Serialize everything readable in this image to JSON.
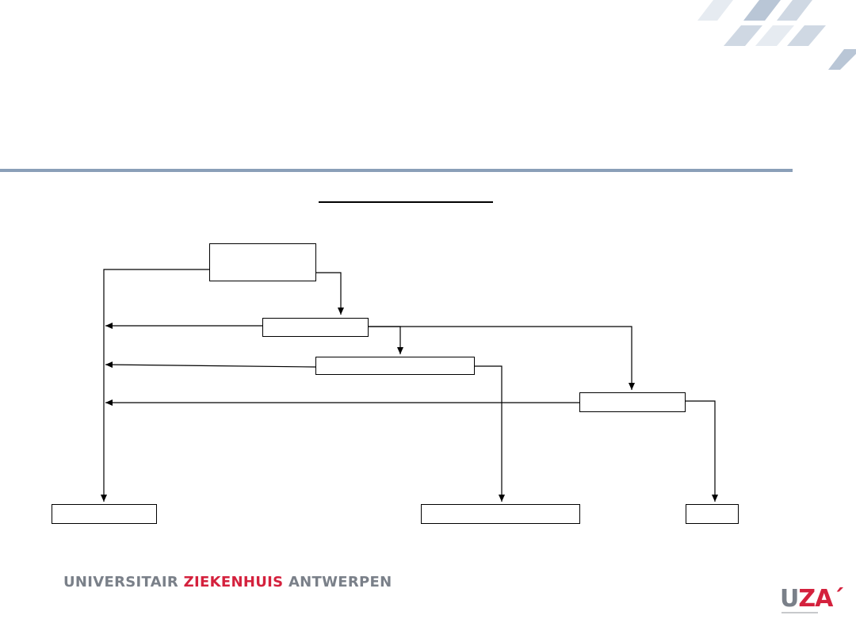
{
  "footer": {
    "institution_part1": "UNIVERSITAIR ",
    "institution_part2": "ZIEKENHUIS",
    "institution_part3": " ANTWERPEN"
  },
  "logo": {
    "letter_u": "U",
    "letters_za": "ZA",
    "accent": "´"
  },
  "diagram": {
    "nodes": [
      {
        "id": "root",
        "label": ""
      },
      {
        "id": "level-1",
        "label": ""
      },
      {
        "id": "level-2",
        "label": ""
      },
      {
        "id": "right-branch",
        "label": ""
      },
      {
        "id": "outcome-left",
        "label": ""
      },
      {
        "id": "outcome-middle",
        "label": ""
      },
      {
        "id": "outcome-right",
        "label": ""
      }
    ]
  },
  "colors": {
    "header_rule": "#8a9fb8",
    "brand_gray": "#7a8089",
    "brand_red": "#d4213d",
    "stripe_light": "#e6ebf1",
    "stripe_dark": "#b9c6d6"
  }
}
